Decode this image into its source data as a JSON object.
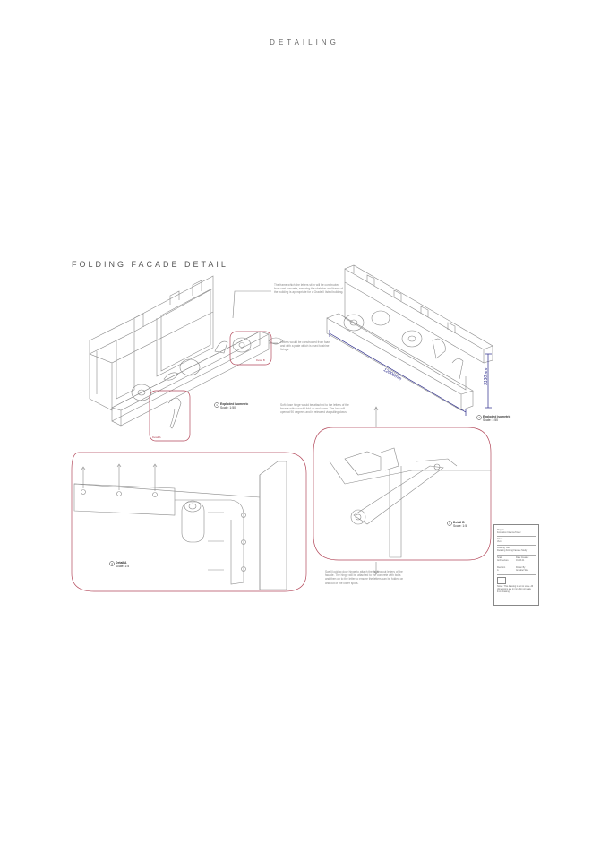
{
  "page_heading": "DETAILING",
  "section_title": "FOLDING FACADE DETAIL",
  "notes": {
    "frame": "The frame which the letters sit in will be constructed from cast concrete, ensuring the skeleton and frame of the building is appropriate for a Grade II listed building.",
    "letters": "Letters would be constructed from foam and with a plate which is used to shine fixings.",
    "hinge_top": "Soft close hinge would be attached to the letters of the facade which would fold up and down. The lock will open at 90 degrees and is released via pulling down.",
    "hinge_bottom": "Swell locking door hinge to attach the folding out letters of the facade. The hinge will be attached to the concrete with bolts and then on to the letter to ensure the letters can be folded on and out of the lower spots."
  },
  "callouts": {
    "iso_left": {
      "num": "1",
      "title": "Exploded isometric",
      "scale": "Scale: 1:50"
    },
    "iso_right": {
      "num": "2",
      "title": "Exploded isometric",
      "scale": "Scale: 1:50"
    },
    "detail_a": {
      "num": "3",
      "title": "Detail A",
      "scale": "Scale: 1:5"
    },
    "detail_b": {
      "num": "4",
      "title": "Detail B",
      "scale": "Scale: 1:5"
    }
  },
  "bubble_labels": {
    "a": "Detail A",
    "b": "Detail B"
  },
  "dimensions": {
    "length": "12000mm",
    "height": "3130mm"
  },
  "title_block": {
    "rows": [
      "Project",
      "Fondation Cinema Tower",
      "Client",
      "Vivo",
      "Drawing Title",
      "Detailing Folding Facade Study",
      "Scale",
      "Date Created",
      "Architecture",
      "01.03.21",
      "Revision",
      "Drawn By",
      "A",
      "Annabel Slee"
    ],
    "footer": "Notes: This drawing is not to scale. All dimensions are in mm. Do not scale from drawing."
  },
  "colors": {
    "accent_red": "#b44a5c",
    "dimension_blue": "#2a2a8a",
    "line": "#777777"
  }
}
